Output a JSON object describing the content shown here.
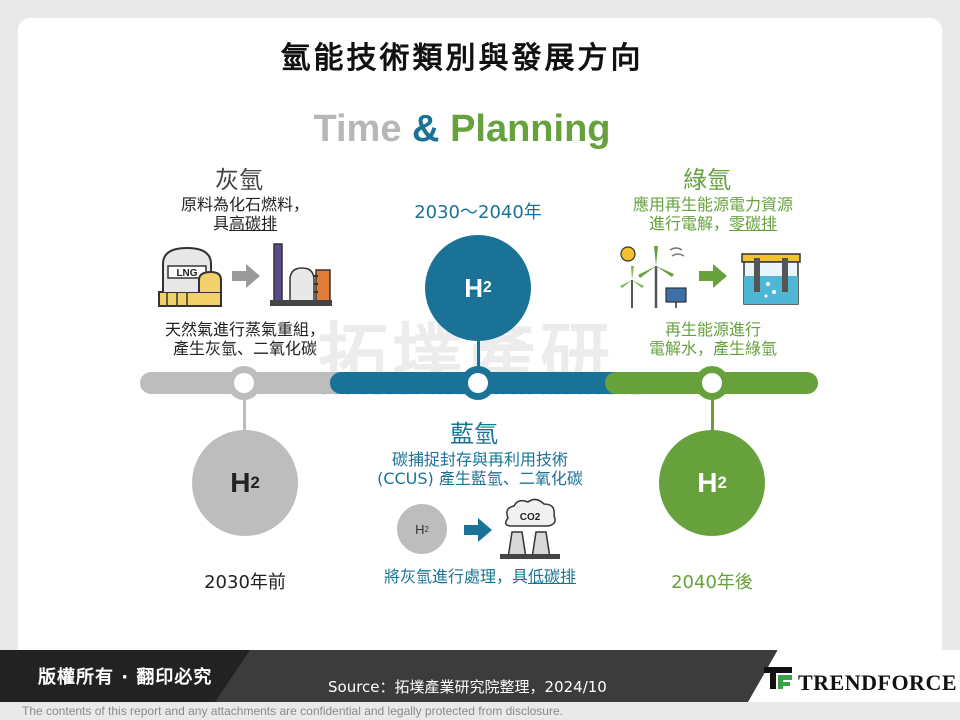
{
  "title": "氫能技術類別與發展方向",
  "time_planning": {
    "part1": "Time",
    "part2": "&",
    "part3": "Planning"
  },
  "gray": {
    "heading": "灰氫",
    "desc_line1": "原料為化石燃料，",
    "desc_line2_pre": "具",
    "desc_line2_u": "高碳排",
    "process_line1": "天然氣進行蒸氣重組，",
    "process_line2": "產生灰氫、二氧化碳",
    "period": "2030年前",
    "lng_label": "LNG"
  },
  "blue": {
    "period": "2030～2040年",
    "heading": "藍氫",
    "desc_line1": "碳捕捉封存與再利用技術",
    "desc_line2": "(CCUS) 產生藍氫、二氧化碳",
    "process_pre": "將灰氫進行處理，具",
    "process_u": "低碳排",
    "co2_label": "CO2"
  },
  "green": {
    "heading": "綠氫",
    "desc_line1": "應用再生能源電力資源",
    "desc_line2_pre": "進行電解，",
    "desc_line2_u": "零碳排",
    "process_line1": "再生能源進行",
    "process_line2": "電解水，產生綠氫",
    "period": "2040年後"
  },
  "h2": {
    "main": "H",
    "sub": "2"
  },
  "watermark": {
    "main": "拓墣產研",
    "sub": "TOPOLOGY RESEARCH INSTITUTE"
  },
  "footer": {
    "copyright": "版權所有 · 翻印必究",
    "source": "Source：拓墣產業研究院整理，2024/10",
    "logo": "TRENDFORCE",
    "disclaimer": "The contents of this report and any attachments are confidential and legally protected from disclosure."
  },
  "colors": {
    "gray": "#bdbdbd",
    "blue": "#1a7396",
    "green": "#66a13c"
  }
}
